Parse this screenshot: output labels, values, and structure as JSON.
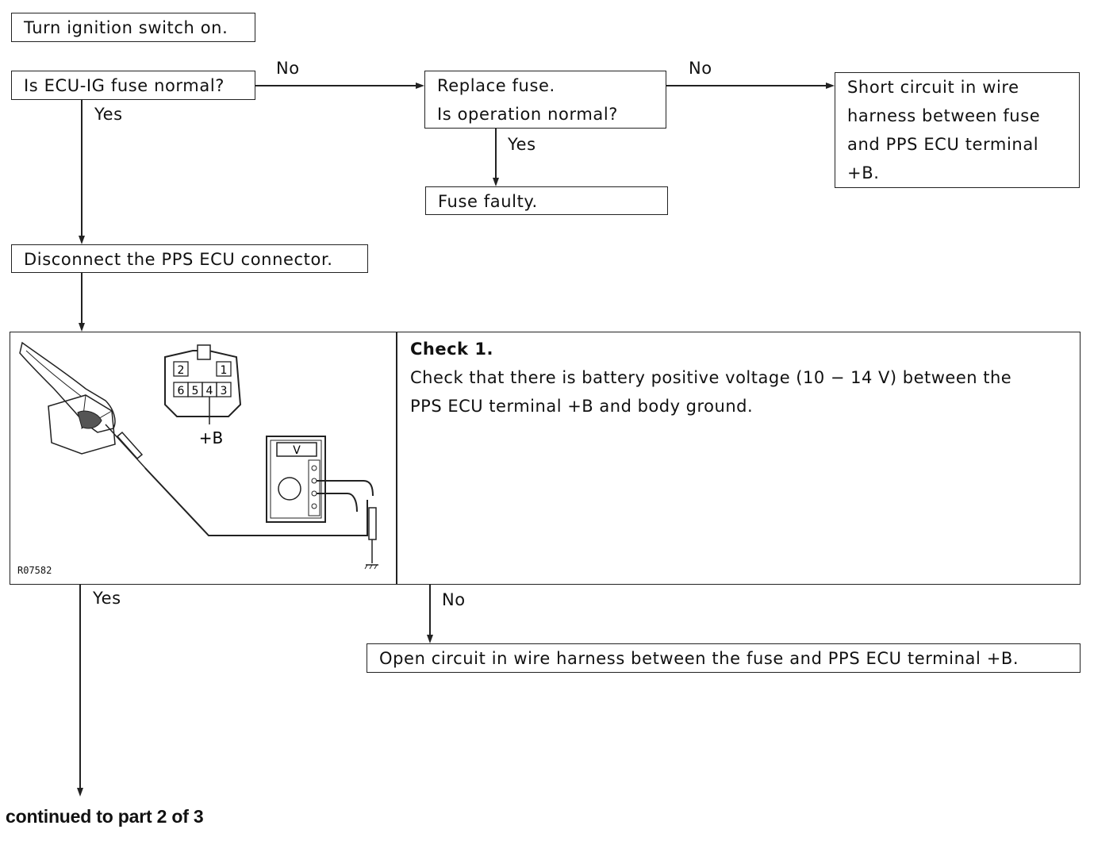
{
  "steps": {
    "turn_on": "Turn ignition switch on.",
    "fuse_check": "Is ECU-IG fuse normal?",
    "replace_line1": "Replace fuse.",
    "replace_line2": "Is operation normal?",
    "fuse_faulty": "Fuse faulty.",
    "short_line1": "Short circuit in wire",
    "short_line2": "harness between fuse",
    "short_line3": "and PPS ECU terminal",
    "short_line4": "+B.",
    "disconnect": "Disconnect the PPS ECU connector.",
    "open_circuit": "Open circuit in wire harness between the fuse and PPS ECU terminal +B."
  },
  "labels": {
    "no": "No",
    "yes": "Yes"
  },
  "check": {
    "title": "Check 1.",
    "line1": "Check that there is battery positive voltage (10 − 14 V) between the",
    "line2": "PPS ECU terminal +B and body ground."
  },
  "figure": {
    "id": "R07582",
    "meter_label": "V",
    "terminal_label": "+B",
    "pins": [
      "2",
      "1",
      "6",
      "5",
      "4",
      "3"
    ]
  },
  "footer": "continued to part 2 of 3"
}
